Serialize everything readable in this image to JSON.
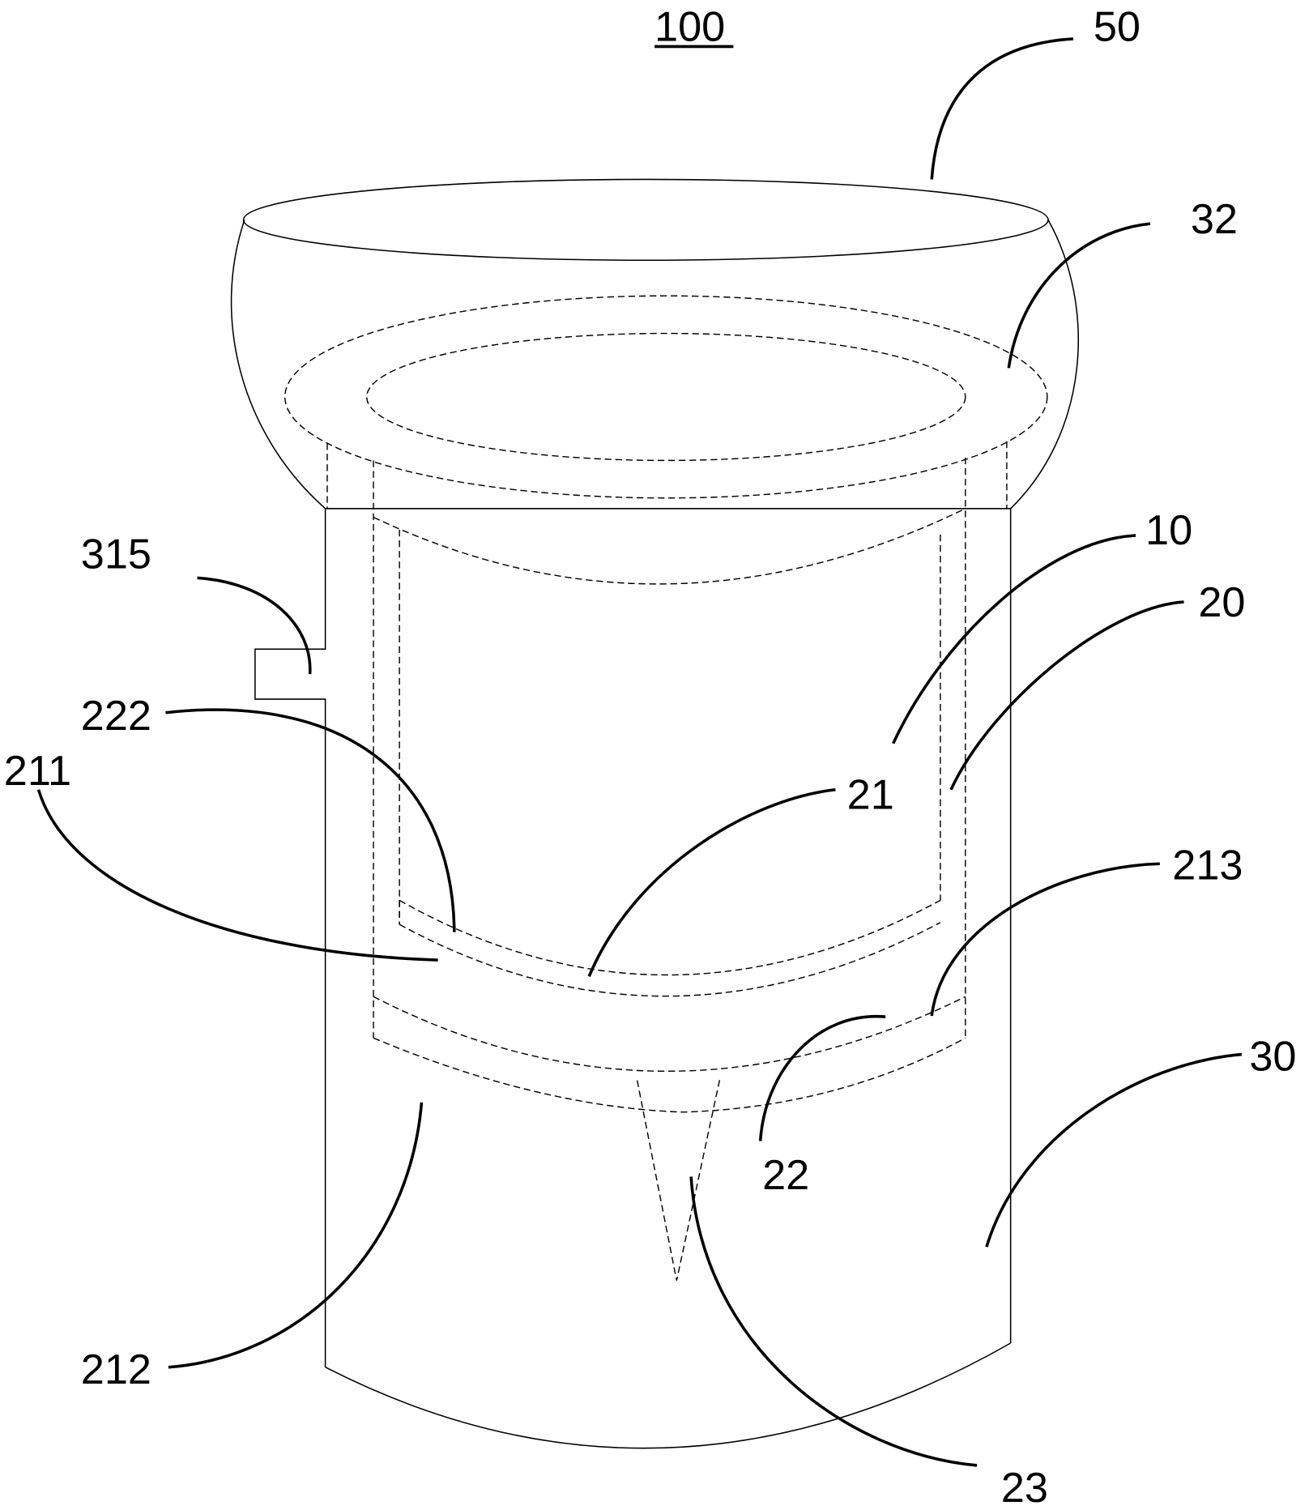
{
  "figure_label": "100",
  "labels": {
    "l50": "50",
    "l32": "32",
    "l10": "10",
    "l20": "20",
    "l315": "315",
    "l222": "222",
    "l211": "211",
    "l21": "21",
    "l213": "213",
    "l22": "22",
    "l30": "30",
    "l212": "212",
    "l23": "23"
  }
}
